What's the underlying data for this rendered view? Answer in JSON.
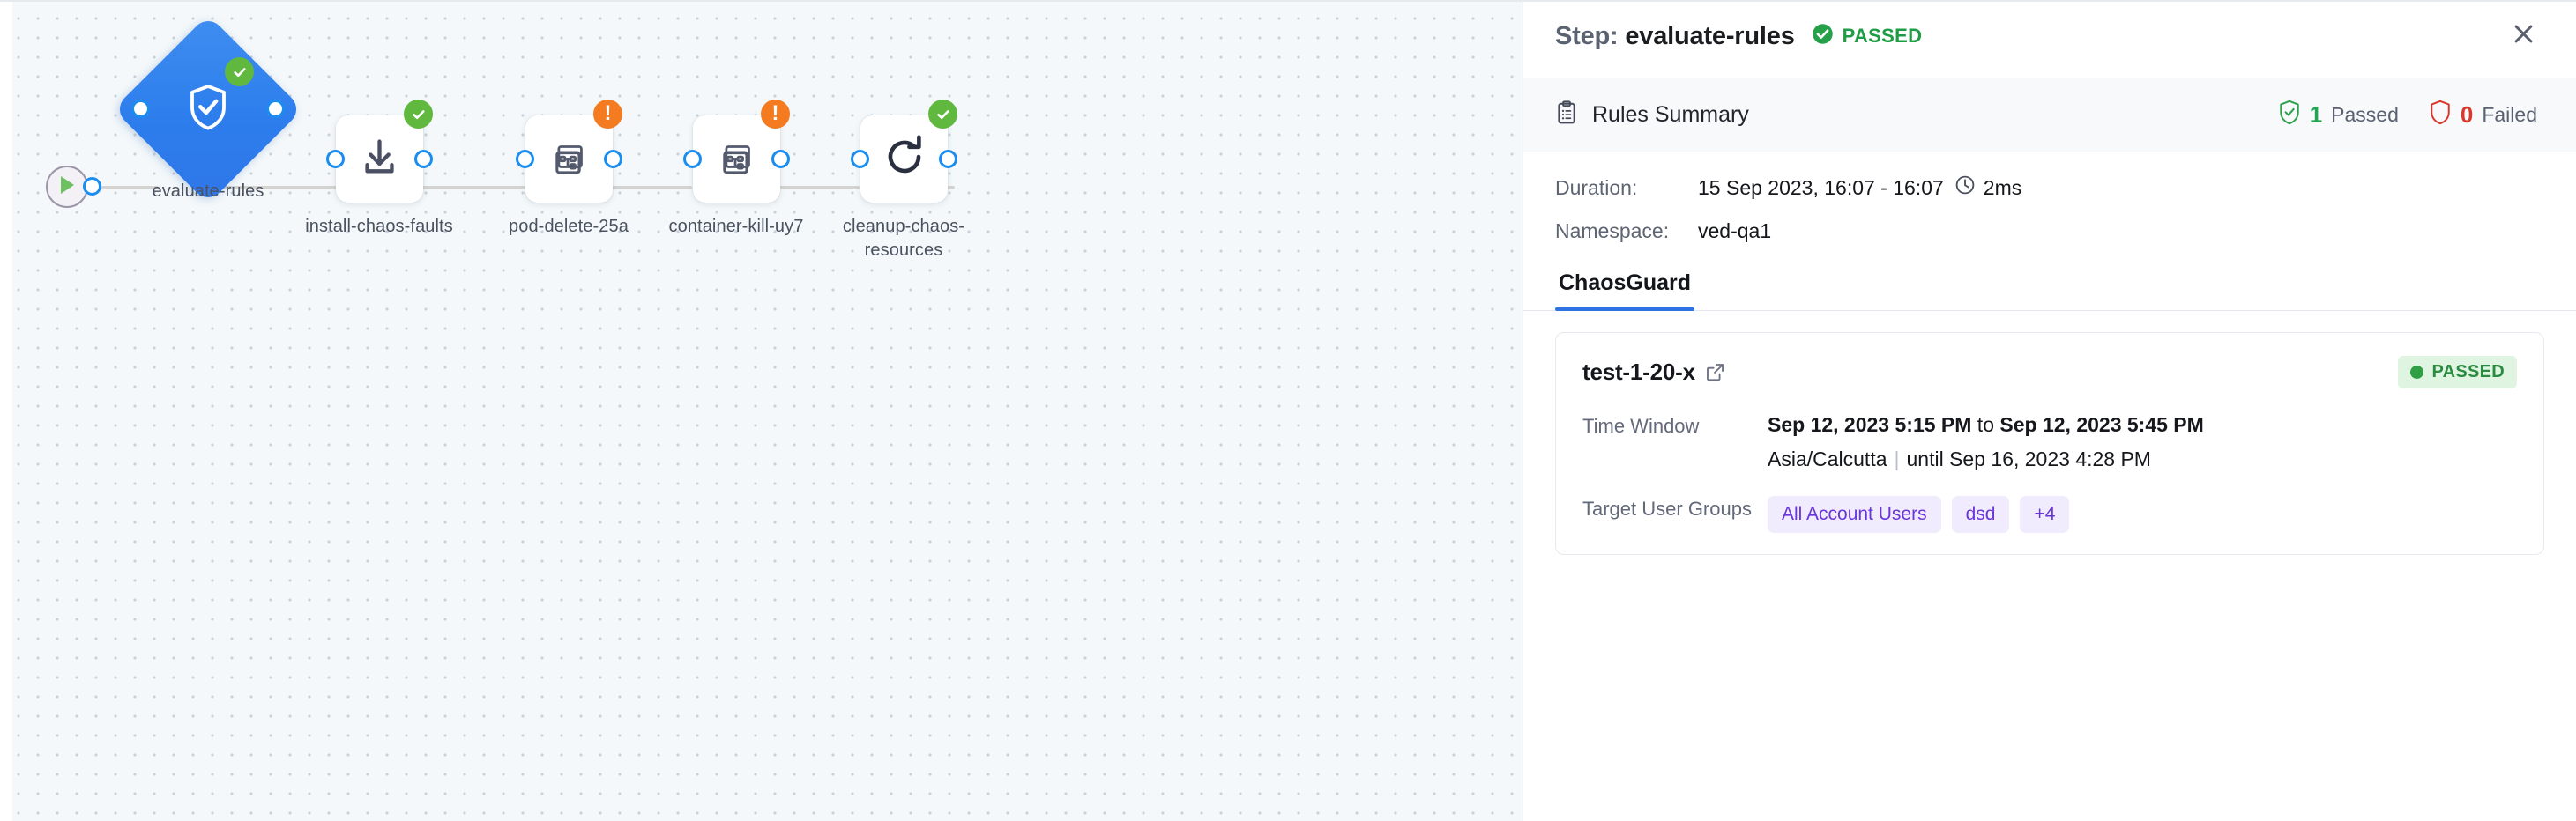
{
  "graph": {
    "start_node": {
      "name": "start-node",
      "icon": "play-icon"
    },
    "nodes": [
      {
        "id": "evaluate-rules",
        "label": "evaluate-rules",
        "shape": "diamond",
        "icon": "shield-check-icon",
        "status": "passed",
        "badge": "check"
      },
      {
        "id": "install-chaos-faults",
        "label": "install-chaos-faults",
        "shape": "box",
        "icon": "download-icon",
        "status": "passed",
        "badge": "check"
      },
      {
        "id": "pod-delete-25a",
        "label": "pod-delete-25a",
        "shape": "box",
        "icon": "chaos-fault-icon",
        "status": "warning",
        "badge": "exclamation"
      },
      {
        "id": "container-kill-uy7",
        "label": "container-kill-uy7",
        "shape": "box",
        "icon": "chaos-fault-icon",
        "status": "warning",
        "badge": "exclamation"
      },
      {
        "id": "cleanup-chaos-resources",
        "label": "cleanup-chaos-resources",
        "shape": "box",
        "icon": "refresh-icon",
        "status": "passed",
        "badge": "check"
      }
    ]
  },
  "panel": {
    "header": {
      "step_prefix": "Step:",
      "step_name": "evaluate-rules",
      "status_label": "PASSED",
      "status_icon": "check-circle-icon",
      "close_icon": "close-icon"
    },
    "rules_summary": {
      "icon": "clipboard-icon",
      "title": "Rules Summary",
      "passed_count": "1",
      "passed_label": "Passed",
      "failed_count": "0",
      "failed_label": "Failed"
    },
    "meta": {
      "duration_key": "Duration:",
      "duration_value": "15 Sep 2023, 16:07 - 16:07",
      "duration_ms": "2ms",
      "clock_icon": "clock-icon",
      "namespace_key": "Namespace:",
      "namespace_value": "ved-qa1"
    },
    "tabs": [
      {
        "id": "chaosguard",
        "label": "ChaosGuard",
        "active": true
      }
    ],
    "card": {
      "title": "test-1-20-x",
      "external_link_icon": "external-link-icon",
      "status_label": "PASSED",
      "time_window_key": "Time Window",
      "time_window_start": "Sep 12, 2023 5:15 PM",
      "time_window_joiner": " to ",
      "time_window_end": "Sep 12, 2023 5:45 PM",
      "timezone": "Asia/Calcutta",
      "until_text": "until Sep 16, 2023 4:28 PM",
      "target_groups_key": "Target User Groups",
      "target_groups": [
        "All Account Users",
        "dsd",
        "+4"
      ]
    }
  },
  "colors": {
    "accent_blue": "#2f72e3",
    "node_blue": "#2d7ded",
    "pass_green": "#2f9e44",
    "warn_orange": "#f47b20",
    "fail_red": "#d83a30",
    "chip_purple": "#6a35d9",
    "canvas_bg": "#f4f8fa"
  }
}
